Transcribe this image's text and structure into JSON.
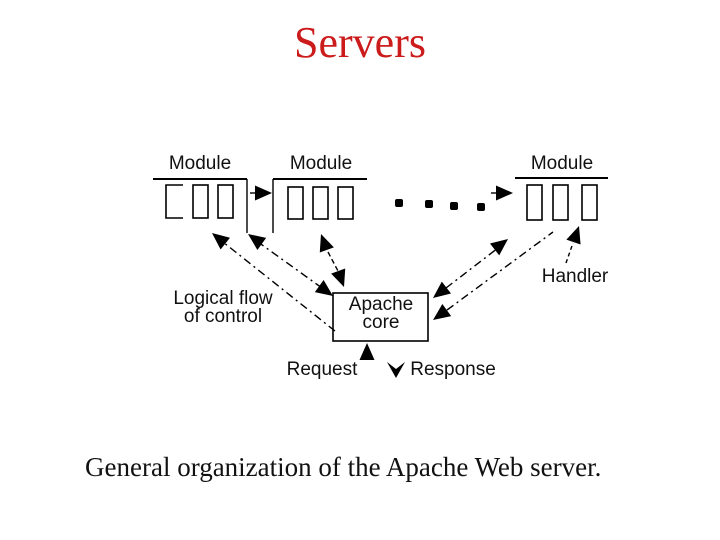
{
  "slide": {
    "title": "Servers",
    "title_color": "#cc1b1b",
    "caption": "General organization of the Apache Web server."
  },
  "diagram": {
    "module_labels": [
      "Module",
      "Module",
      "Module"
    ],
    "apache_core": {
      "line1": "Apache",
      "line2": "core"
    },
    "handler_label": "Handler",
    "logical_flow": {
      "line1": "Logical flow",
      "line2": "of control"
    },
    "request_label": "Request",
    "response_label": "Response",
    "line_color": "#000000"
  }
}
